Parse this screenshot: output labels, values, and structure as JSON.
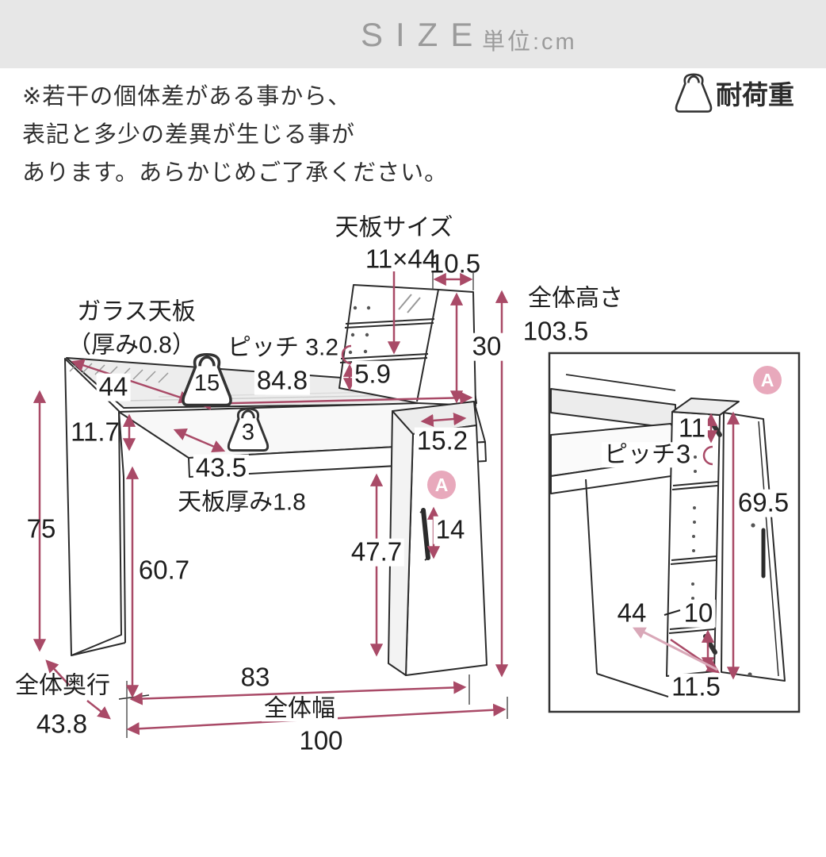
{
  "header": {
    "title": "SIZE",
    "unit": "単位:cm"
  },
  "notice": {
    "lines": [
      "※若干の個体差がある事から、",
      "表記と多少の差異が生じる事が",
      "あります。あらかじめご了承ください。"
    ]
  },
  "load_capacity": {
    "label": "耐荷重",
    "icon": "weight-bag-icon"
  },
  "colors": {
    "accent_arrow": "#a94a67",
    "pale_arrow": "#d9a8b8",
    "badge_pink": "#e8a9bc",
    "header_bg": "#e7e7e7",
    "header_text": "#9b9b9b",
    "line": "#2b2b2b"
  },
  "main_diagram": {
    "top_panel_title": "天板サイズ",
    "top_panel_size": "11×44",
    "top_depth": "10.5",
    "shelf_height": "30",
    "overall_height_label": "全体高さ",
    "overall_height_value": "103.5",
    "glass_line1": "ガラス天板",
    "glass_line2": "（厚み0.8）",
    "pitch": "ピッチ 3.2",
    "pitch_gap": "5.9",
    "glass_depth": "44",
    "glass_width": "84.8",
    "load_glass": "15",
    "load_tray": "3",
    "tray_depth": "11.7",
    "desk_depth": "43.5",
    "top_thickness": "天板厚み1.8",
    "tower_depth": "15.2",
    "badge_a": "A",
    "handle_length": "14",
    "door_height": "47.7",
    "knee_height": "60.7",
    "desk_height": "75",
    "inner_width": "83",
    "overall_width_label": "全体幅",
    "overall_width_value": "100",
    "overall_depth_label": "全体奥行",
    "overall_depth_value": "43.8"
  },
  "inset_diagram": {
    "badge_a": "A",
    "top_gap": "11",
    "pitch_label": "ピッチ",
    "pitch_value": "3",
    "inner_height": "69.5",
    "depth": "44",
    "bottom_gap": "10",
    "bottom_width": "11.5"
  }
}
